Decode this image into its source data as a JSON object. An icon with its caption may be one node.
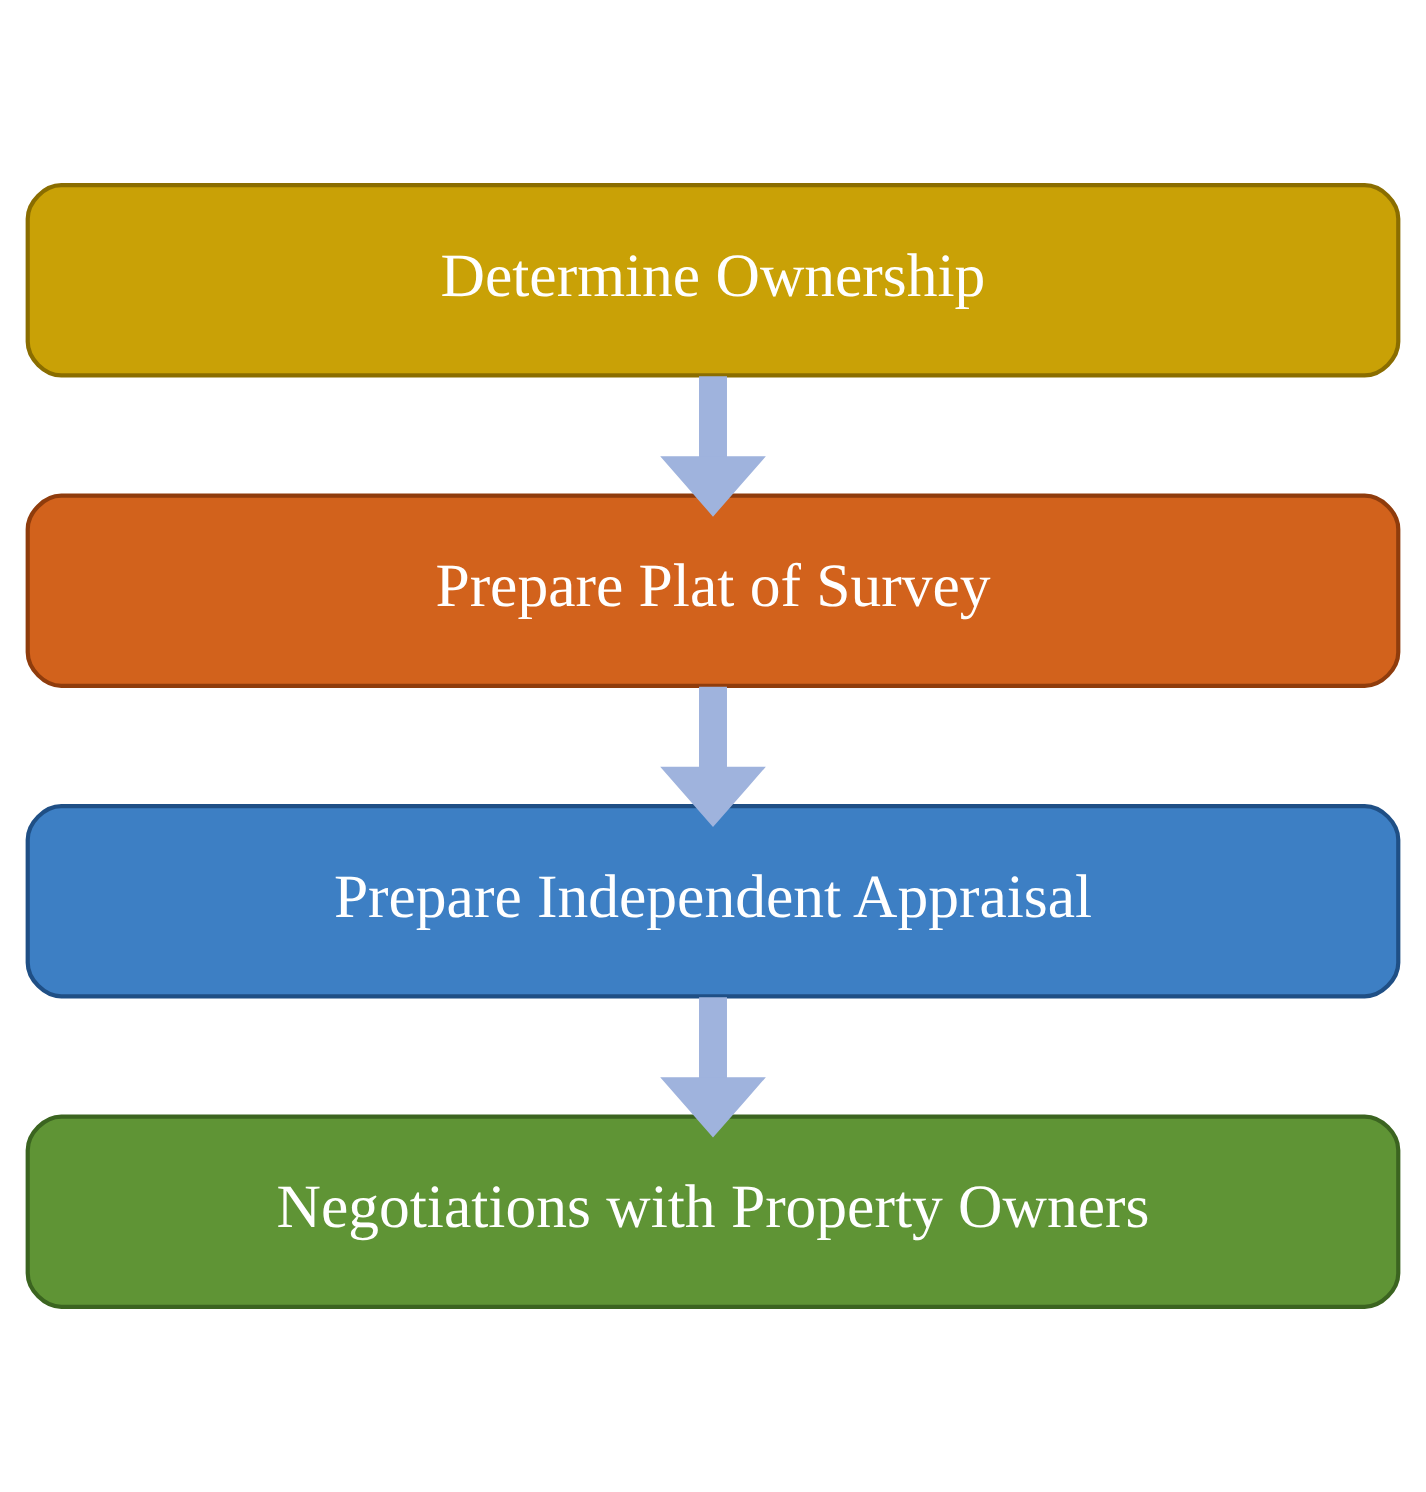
{
  "diagram": {
    "nodes": [
      {
        "text": [
          "Determine Ownership"
        ]
      },
      {
        "text": [
          "Prepare Plat of Survey"
        ]
      },
      {
        "text": [
          "Prepare Independent Appraisal"
        ]
      },
      {
        "text": [
          "Negotiations with Property Owners"
        ]
      }
    ],
    "edges": [
      {
        "from": 0,
        "to": 1,
        "arrow": "to"
      },
      {
        "from": 1,
        "to": 2,
        "arrow": "to"
      },
      {
        "from": 2,
        "to": 3,
        "arrow": "to"
      }
    ]
  }
}
